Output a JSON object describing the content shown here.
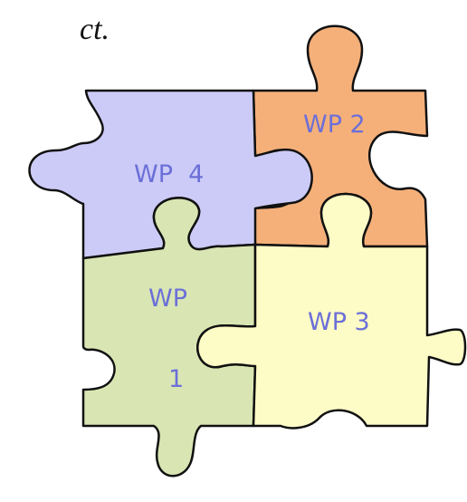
{
  "header_fragment": "ct.",
  "pieces": [
    {
      "id": "wp4",
      "label": "WP  4",
      "color": "#cccbf7"
    },
    {
      "id": "wp2",
      "label": "WP 2",
      "color": "#f5b07a"
    },
    {
      "id": "wp1",
      "label_line1": "WP",
      "label_line2": "1",
      "color": "#d9e6b3"
    },
    {
      "id": "wp3",
      "label": "WP 3",
      "color": "#fdfbc6"
    }
  ],
  "label_color": "#6b6fd8",
  "outline_color": "#111111"
}
